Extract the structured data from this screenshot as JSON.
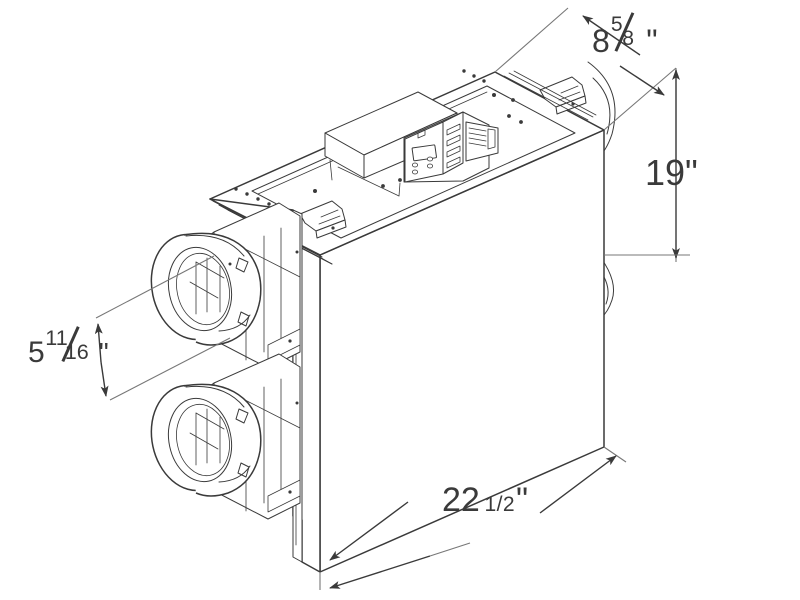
{
  "drawing": {
    "type": "isometric-technical-drawing",
    "subject": "heat-recovery-ventilator-unit",
    "background_color": "#ffffff",
    "line_color": "#3a3a3a",
    "text_color": "#3a3a3a"
  },
  "dimensions": {
    "depth": {
      "name": "8 5/8\"",
      "whole": "8",
      "numerator": "5",
      "denominator": "8",
      "unit": "\"",
      "value_inches": 8.625,
      "axis": "depth"
    },
    "height": {
      "name": "19\"",
      "whole": "19",
      "unit": "\"",
      "value_inches": 19,
      "axis": "height"
    },
    "port_spacing": {
      "name": "5 11/16\"",
      "whole": "5",
      "numerator": "11",
      "denominator": "16",
      "unit": "\"",
      "value_inches": 5.6875,
      "axis": "port-spacing"
    },
    "width": {
      "name": "22 1/2\"",
      "whole": "22",
      "numerator": "1",
      "denominator": "2",
      "unit": "\"",
      "value_inches": 22.5,
      "axis": "width"
    }
  },
  "components": {
    "body": "main-cabinet",
    "top_panel": "top-access-panel",
    "control_module": "control-panel-with-lcd",
    "duct_collar_upper": "upper-duct-collar",
    "duct_collar_lower": "lower-duct-collar",
    "duct_collar_rear_top": "rear-top-duct-collar",
    "duct_collar_rear_middle": "rear-middle-duct-collar",
    "latch_front": "front-cabinet-latch",
    "latch_rear": "rear-cabinet-latch"
  }
}
